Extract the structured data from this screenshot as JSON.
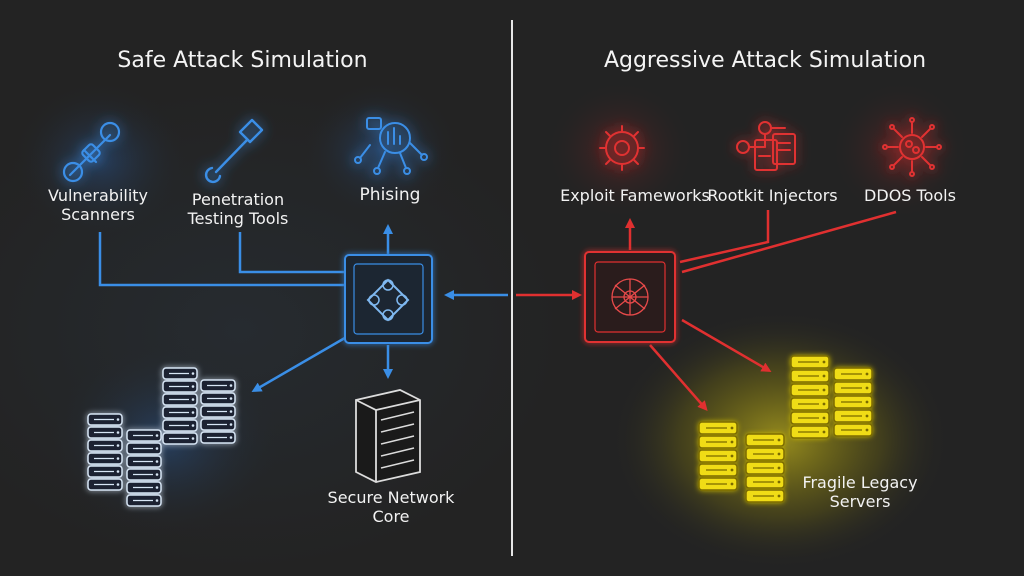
{
  "left": {
    "title": "Safe Attack Simulation",
    "tools": {
      "vulnerability_scanners": "Vulnerability\nScanners",
      "penetration_testing_tools": "Penetration\nTesting Tools",
      "phishing": "Phising"
    },
    "secure_core": "Secure Network\nCore"
  },
  "right": {
    "title": "Aggressive Attack Simulation",
    "tools": {
      "exploit_frameworks": "Exploit Fameworks",
      "rootkit_injectors": "Rootkit Injectors",
      "ddos_tools": "DDOS Tools"
    },
    "legacy_servers": "Fragile Legacy\nServers"
  },
  "colors": {
    "background": "#232323",
    "safe": "#3a8ee6",
    "aggressive": "#e03030",
    "legacy": "#f2e21a",
    "divider": "#e6e6e6",
    "text": "#f2f2f2"
  },
  "icons": {
    "vulnerability_scanners": "bug-scanner-icon",
    "penetration_testing_tools": "wrench-icon",
    "phishing": "phishing-network-icon",
    "safe_hub": "safe-hub-icon",
    "secure_core": "server-tower-icon",
    "safe_servers": "database-stack-icon",
    "exploit_frameworks": "gear-cog-icon",
    "rootkit_injectors": "injector-flow-icon",
    "ddos_tools": "ddos-burst-icon",
    "aggressive_hub": "aggressive-hub-icon",
    "legacy_servers": "legacy-database-stack-icon"
  }
}
